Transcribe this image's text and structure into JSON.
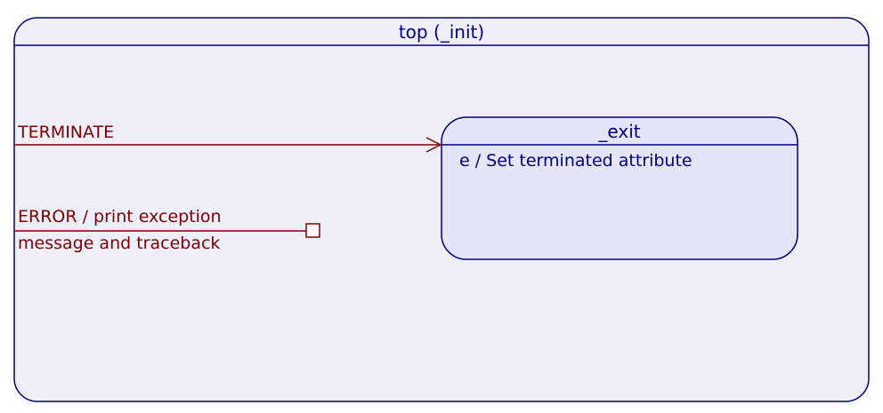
{
  "top_state": {
    "title": "top (_init)"
  },
  "exit_state": {
    "title": "_exit",
    "entry_action": "e / Set terminated attribute"
  },
  "transitions": {
    "terminate": {
      "label": "TERMINATE"
    },
    "error": {
      "label_line1": "ERROR / print exception",
      "label_line2": "message and traceback"
    }
  },
  "colors": {
    "state_border": "#000080",
    "state_fill": "#efeffc",
    "inner_state_fill": "#e5e5f8",
    "state_text": "#000080",
    "transition": "#800000"
  }
}
